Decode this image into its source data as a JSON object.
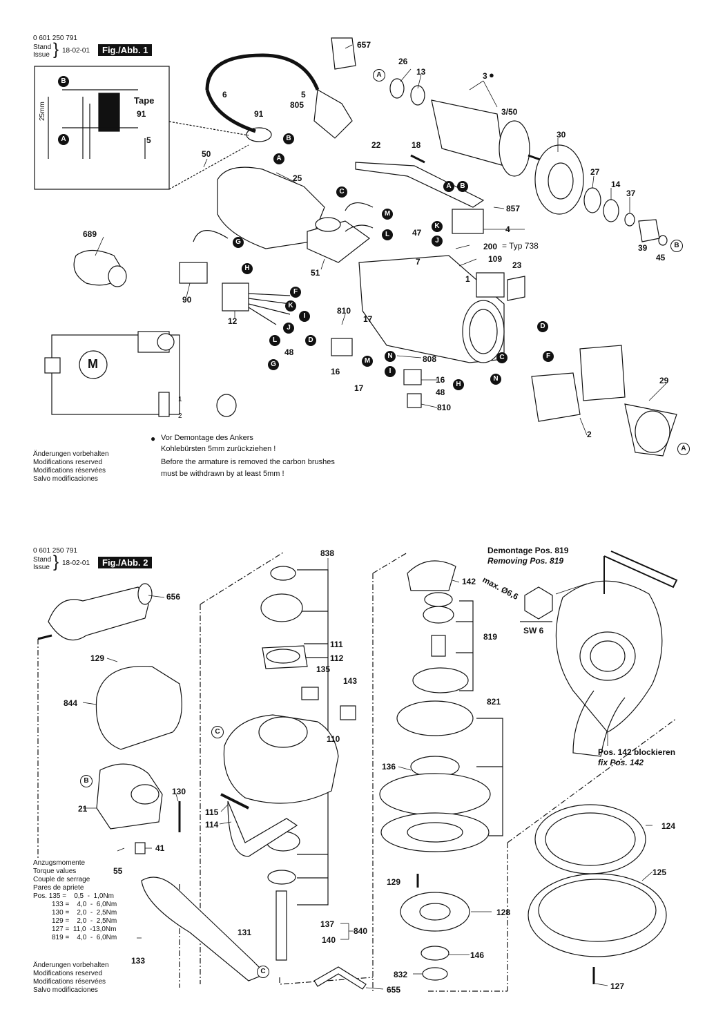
{
  "fig1": {
    "part_no": "0 601 250 791",
    "stand": "Stand",
    "issue": "Issue",
    "date": "18-02-01",
    "fig_label": "Fig./Abb. 1",
    "inset": {
      "tape": "Tape",
      "n91": "91",
      "n5": "5",
      "dim": "25mm"
    },
    "labels": {
      "l657": "657",
      "l6": "6",
      "l5": "5",
      "l805": "805",
      "l91": "91",
      "l26": "26",
      "l13": "13",
      "l3": "3",
      "l350": "3/50",
      "l22": "22",
      "l18": "18",
      "l30": "30",
      "l50": "50",
      "l25": "25",
      "l27": "27",
      "l14": "14",
      "l37": "37",
      "l857": "857",
      "l4": "4",
      "l47": "47",
      "l200": "200",
      "l200b": "= Typ 738",
      "l7": "7",
      "l109": "109",
      "l23": "23",
      "l689": "689",
      "l51": "51",
      "l1": "1",
      "l39": "39",
      "l45": "45",
      "l90": "90",
      "l12": "12",
      "l810a": "810",
      "l17a": "17",
      "l48a": "48",
      "l16a": "16",
      "l808": "808",
      "l16b": "16",
      "l17b": "17",
      "l48b": "48",
      "l810b": "810",
      "l29": "29",
      "l2": "2"
    },
    "notes_left": [
      "Änderungen vorbehalten",
      "Modifications reserved",
      "Modifications réservées",
      "Salvo modificaciones"
    ],
    "note_de_1": "Vor Demontage des Ankers",
    "note_de_2": "Kohlebürsten 5mm zurückziehen !",
    "note_en_1": "Before the armature is removed the carbon brushes",
    "note_en_2": "must be withdrawn by at least 5mm !"
  },
  "fig2": {
    "part_no": "0 601 250 791",
    "stand": "Stand",
    "issue": "Issue",
    "date": "18-02-01",
    "fig_label": "Fig./Abb. 2",
    "removing_de": "Demontage Pos. 819",
    "removing_en": "Removing Pos. 819",
    "max": "max. Ø6,6",
    "sw": "SW 6",
    "block_de": "Pos. 142 blockieren",
    "block_en": "fix Pos. 142",
    "labels": {
      "l838": "838",
      "l656": "656",
      "l142": "142",
      "l819": "819",
      "l111": "111",
      "l112": "112",
      "l135": "135",
      "l143": "143",
      "l129a": "129",
      "l844": "844",
      "l821": "821",
      "l110": "110",
      "l136": "136",
      "l130": "130",
      "l21": "21",
      "l115": "115",
      "l114": "114",
      "l124": "124",
      "l41": "41",
      "l55": "55",
      "l129b": "129",
      "l125": "125",
      "l128": "128",
      "l137": "137",
      "l840": "840",
      "l140": "140",
      "l131": "131",
      "l146": "146",
      "l133": "133",
      "l832": "832",
      "l655": "655",
      "l127": "127"
    },
    "torque_title": [
      "Anzugsmomente",
      "Torque values",
      "Couple de serrage",
      "Pares de apriete"
    ],
    "torque_rows": [
      "Pos. 135 =    0,5  -  1,0Nm",
      "133 =    4,0  -  6,0Nm",
      "130 =    2,0  -  2,5Nm",
      "129 =    2,0  -  2,5Nm",
      "127 =  11,0  -13,0Nm",
      "819 =    4,0  -  6,0Nm"
    ],
    "notes_left": [
      "Änderungen vorbehalten",
      "Modifications reserved",
      "Modifications réservées",
      "Salvo modificaciones"
    ]
  },
  "letters": [
    "A",
    "B",
    "C",
    "D",
    "F",
    "G",
    "H",
    "I",
    "J",
    "K",
    "L",
    "M",
    "N"
  ]
}
